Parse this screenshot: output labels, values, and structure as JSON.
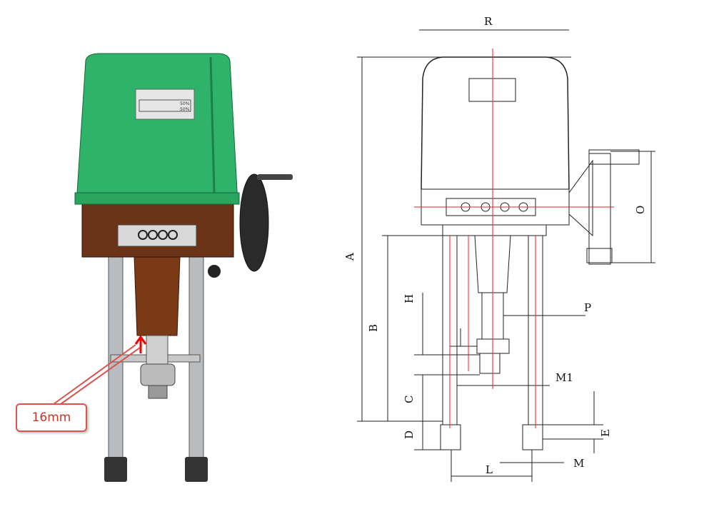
{
  "product_view": {
    "nameplate_values": [
      "50%",
      "50%"
    ],
    "callout_label": "16mm"
  },
  "dimension_labels": {
    "R": "R",
    "A": "A",
    "B": "B",
    "H": "H",
    "C": "C",
    "D": "D",
    "O": "O",
    "P": "P",
    "M1": "M1",
    "E": "E",
    "L": "L",
    "M": "M"
  },
  "colors": {
    "cover": "#2fb36a",
    "base": "#6b3418",
    "callout": "#d9534f"
  }
}
